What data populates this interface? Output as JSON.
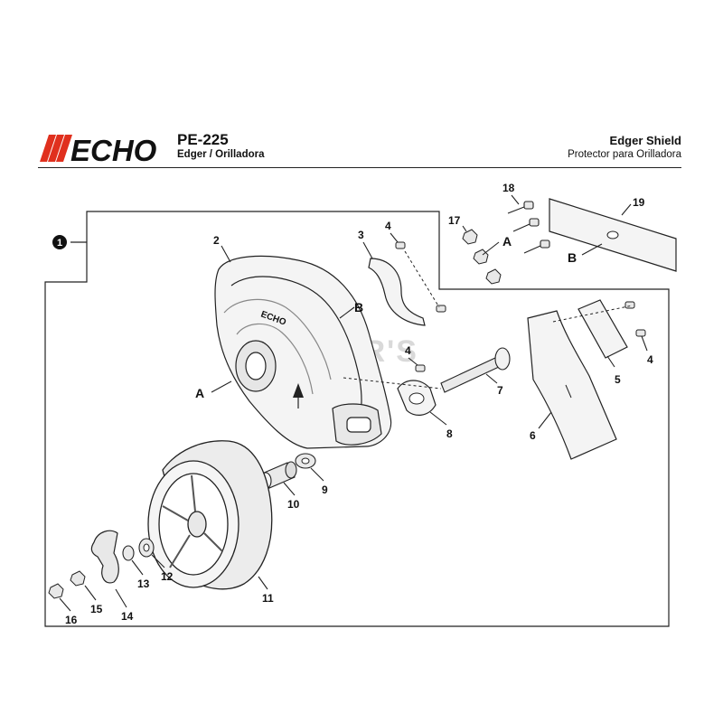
{
  "header": {
    "brand": "ECHO",
    "model": "PE-225",
    "model_subtitle": "Edger / Orilladora",
    "section_title": "Edger Shield",
    "section_subtitle": "Protector para Orilladora"
  },
  "assembly_marker": "1",
  "watermark": "JOLLER'S",
  "shield_brand": "ECHO",
  "reference_letters": [
    "A",
    "B"
  ],
  "callouts": [
    {
      "id": "2",
      "label": "2"
    },
    {
      "id": "3",
      "label": "3"
    },
    {
      "id": "4a",
      "label": "4"
    },
    {
      "id": "4b",
      "label": "4"
    },
    {
      "id": "4c",
      "label": "4"
    },
    {
      "id": "5",
      "label": "5"
    },
    {
      "id": "6",
      "label": "6"
    },
    {
      "id": "7",
      "label": "7"
    },
    {
      "id": "8",
      "label": "8"
    },
    {
      "id": "9",
      "label": "9"
    },
    {
      "id": "10",
      "label": "10"
    },
    {
      "id": "11",
      "label": "11"
    },
    {
      "id": "12",
      "label": "12"
    },
    {
      "id": "13",
      "label": "13"
    },
    {
      "id": "14",
      "label": "14"
    },
    {
      "id": "15",
      "label": "15"
    },
    {
      "id": "16",
      "label": "16"
    },
    {
      "id": "17",
      "label": "17"
    },
    {
      "id": "18",
      "label": "18"
    },
    {
      "id": "19",
      "label": "19"
    }
  ]
}
